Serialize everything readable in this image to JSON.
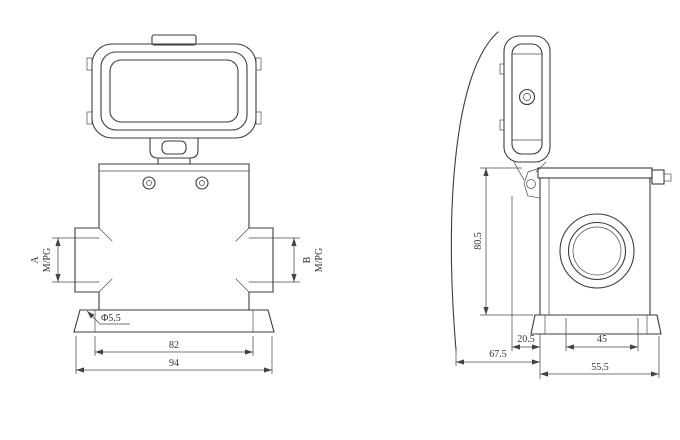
{
  "drawing": {
    "front_view": {
      "cable_entry_a": {
        "letter": "A",
        "thread": "M/PG"
      },
      "cable_entry_b": {
        "letter": "B",
        "thread": "M/PG"
      },
      "mounting_hole_dia": "Φ5.5",
      "hole_spacing": "82",
      "base_width": "94"
    },
    "side_view": {
      "housing_height": "80.5",
      "cover_offset": "20.5",
      "boss_width": "45",
      "swing_clearance": "67.5",
      "base_depth": "55.5"
    }
  }
}
